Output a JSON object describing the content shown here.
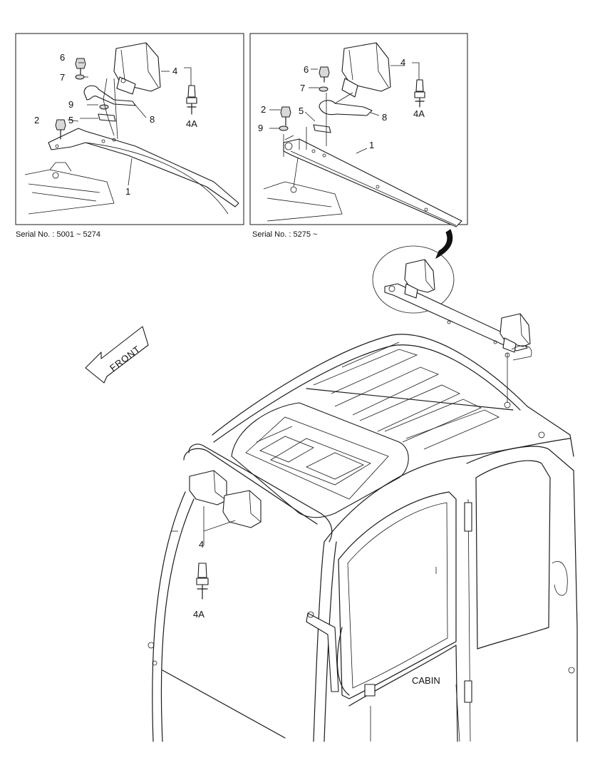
{
  "panels": [
    {
      "serial": "Serial No. : 5001 ~ 5274",
      "callouts": [
        "6",
        "7",
        "9",
        "5",
        "2",
        "4",
        "4A",
        "8",
        "1"
      ]
    },
    {
      "serial": "Serial No. : 5275 ~",
      "callouts": [
        "6",
        "7",
        "2",
        "5",
        "9",
        "4",
        "4A",
        "8",
        "1"
      ]
    }
  ],
  "main": {
    "direction_label": "FRONT",
    "cabin_label": "CABIN",
    "lamp_callout": "4",
    "bulb_callout": "4A"
  }
}
